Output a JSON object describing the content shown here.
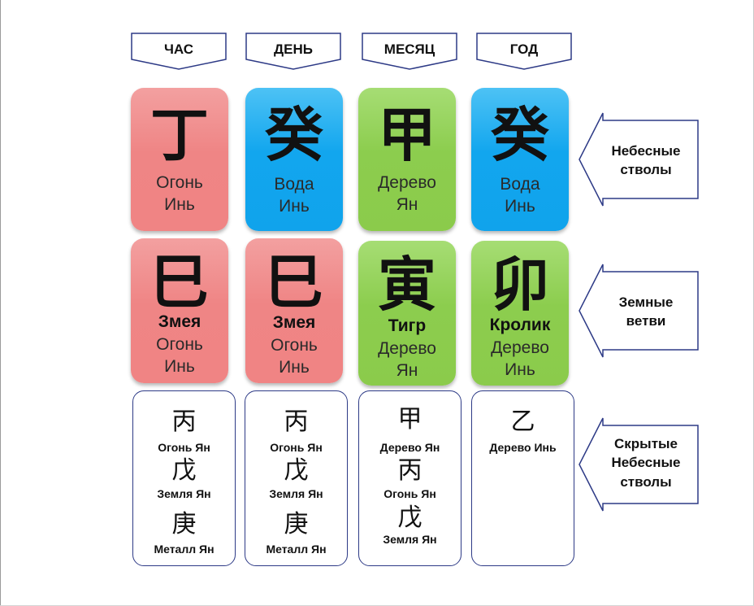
{
  "headers": {
    "hour": "ЧАС",
    "day": "ДЕНЬ",
    "month": "МЕСЯЦ",
    "year": "ГОД"
  },
  "row_labels": {
    "stems": [
      "Небесные",
      "стволы"
    ],
    "branches": [
      "Земные",
      "ветви"
    ],
    "hidden": [
      "Скрытые",
      "Небесные",
      "стволы"
    ]
  },
  "heavenly_stems": [
    {
      "glyph": "丁",
      "element": "Огонь",
      "polarity": "Инь",
      "color": "#ef8585"
    },
    {
      "glyph": "癸",
      "element": "Вода",
      "polarity": "Инь",
      "color": "#12a6ee"
    },
    {
      "glyph": "甲",
      "element": "Дерево",
      "polarity": "Ян",
      "color": "#8ccd4e"
    },
    {
      "glyph": "癸",
      "element": "Вода",
      "polarity": "Инь",
      "color": "#12a6ee"
    }
  ],
  "earthly_branches": [
    {
      "glyph": "巳",
      "animal": "Змея",
      "element": "Огонь",
      "polarity": "Инь",
      "color": "#ef8585"
    },
    {
      "glyph": "巳",
      "animal": "Змея",
      "element": "Огонь",
      "polarity": "Инь",
      "color": "#ef8585"
    },
    {
      "glyph": "寅",
      "animal": "Тигр",
      "element": "Дерево",
      "polarity": "Ян",
      "color": "#8ccd4e"
    },
    {
      "glyph": "卯",
      "animal": "Кролик",
      "element": "Дерево",
      "polarity": "Инь",
      "color": "#8ccd4e"
    }
  ],
  "hidden_stems": [
    [
      {
        "glyph": "丙",
        "label": "Огонь Ян"
      },
      {
        "glyph": "戊",
        "label": "Земля Ян"
      },
      {
        "glyph": "庚",
        "label": "Металл Ян"
      }
    ],
    [
      {
        "glyph": "丙",
        "label": "Огонь Ян"
      },
      {
        "glyph": "戊",
        "label": "Земля Ян"
      },
      {
        "glyph": "庚",
        "label": "Металл Ян"
      }
    ],
    [
      {
        "glyph": "甲",
        "label": "Дерево Ян"
      },
      {
        "glyph": "丙",
        "label": "Огонь Ян"
      },
      {
        "glyph": "戊",
        "label": "Земля Ян"
      }
    ],
    [
      {
        "glyph": "乙",
        "label": "Дерево Инь"
      }
    ]
  ]
}
